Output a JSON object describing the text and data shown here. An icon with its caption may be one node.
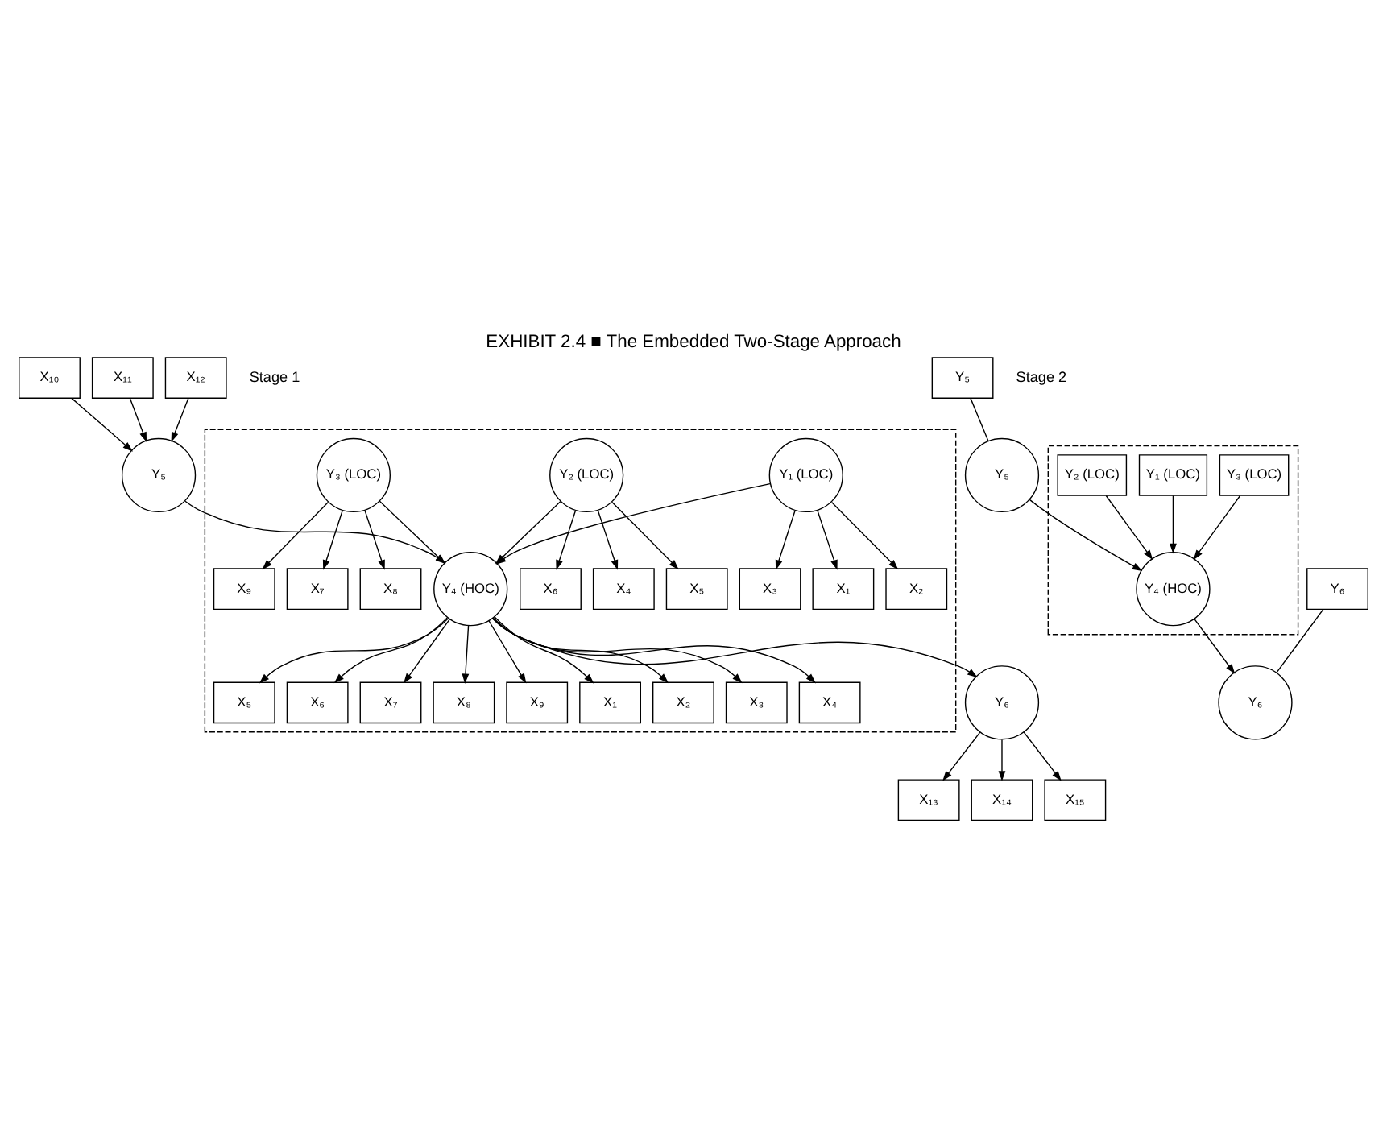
{
  "diagram": {
    "title": "EXHIBIT 2.4 ■ The Embedded Two-Stage Approach",
    "nodes": [
      {
        "text": [
          "X₁₀"
        ]
      },
      {
        "text": [
          "X₁₁"
        ]
      },
      {
        "text": [
          "X₁₂"
        ]
      },
      {
        "text": [
          "Y₅"
        ]
      },
      {
        "text": [],
        "shape": "box"
      },
      {
        "text": [
          "X₁"
        ],
        "in": 4
      },
      {
        "text": [
          "X₂"
        ],
        "in": 4
      },
      {
        "text": [
          "X₃"
        ],
        "in": 4
      },
      {
        "text": [
          "Y₁ (LOC)"
        ],
        "in": 4
      },
      {
        "text": [
          "X₄"
        ],
        "in": 4
      },
      {
        "text": [
          "X₅"
        ],
        "in": 4
      },
      {
        "text": [
          "X₆"
        ],
        "in": 4
      },
      {
        "text": [
          "Y₂ (LOC)"
        ],
        "in": 4
      },
      {
        "text": [
          "X₇"
        ],
        "in": 4
      },
      {
        "text": [
          "X₈"
        ],
        "in": 4
      },
      {
        "text": [
          "X₉"
        ],
        "in": 4
      },
      {
        "text": [
          "Y₃ (LOC)"
        ],
        "in": 4
      },
      {
        "text": [
          "Y₄ (HOC)"
        ],
        "in": 4
      },
      {
        "text": [
          "X₁"
        ],
        "in": 4
      },
      {
        "text": [
          "X₂"
        ],
        "in": 4
      },
      {
        "text": [
          "X₃"
        ],
        "in": 4
      },
      {
        "text": [
          "X₄"
        ],
        "in": 4
      },
      {
        "text": [
          "X₅"
        ],
        "in": 4
      },
      {
        "text": [
          "X₆"
        ],
        "in": 4
      },
      {
        "text": [
          "X₇"
        ],
        "in": 4
      },
      {
        "text": [
          "X₈"
        ],
        "in": 4
      },
      {
        "text": [
          "X₉"
        ],
        "in": 4
      },
      {
        "text": [
          "X₁₃"
        ]
      },
      {
        "text": [
          "X₁₄"
        ]
      },
      {
        "text": [
          "X₁₅"
        ]
      },
      {
        "text": [
          "Y₆"
        ]
      },
      {
        "text": [
          "Y₅"
        ]
      },
      {
        "text": [
          "Y₅"
        ]
      },
      {
        "text": [],
        "shape": "box"
      },
      {
        "text": [
          "Y₁ (LOC)"
        ],
        "in": 33
      },
      {
        "text": [
          "Y₂ (LOC)"
        ],
        "in": 33
      },
      {
        "text": [
          "Y₃ (LOC)"
        ],
        "in": 33
      },
      {
        "text": [
          "Y₄ (HOC)"
        ],
        "in": 33
      },
      {
        "text": [
          "Y₆"
        ]
      },
      {
        "text": [
          "Y₆"
        ]
      }
    ],
    "edges": [
      {
        "from": 0,
        "to": 3,
        "arrow": "to"
      },
      {
        "from": 1,
        "to": 3,
        "arrow": "to"
      },
      {
        "from": 2,
        "to": 3,
        "arrow": "to"
      },
      {
        "from": 8,
        "to": 5,
        "arrow": "to"
      },
      {
        "from": 8,
        "to": 6,
        "arrow": "to"
      },
      {
        "from": 8,
        "to": 7,
        "arrow": "to"
      },
      {
        "from": 12,
        "to": 9,
        "arrow": "to"
      },
      {
        "from": 12,
        "to": 10,
        "arrow": "to"
      },
      {
        "from": 12,
        "to": 11,
        "arrow": "to"
      },
      {
        "from": 16,
        "to": 13,
        "arrow": "to"
      },
      {
        "from": 16,
        "to": 14,
        "arrow": "to"
      },
      {
        "from": 16,
        "to": 15,
        "arrow": "to"
      },
      {
        "from": 3,
        "to": 17,
        "arrow": "to"
      },
      {
        "from": 8,
        "to": 17,
        "arrow": "to"
      },
      {
        "from": 12,
        "to": 17,
        "arrow": "to"
      },
      {
        "from": 16,
        "to": 17,
        "arrow": "to"
      },
      {
        "from": 17,
        "to": 18,
        "arrow": "to"
      },
      {
        "from": 17,
        "to": 19,
        "arrow": "to"
      },
      {
        "from": 17,
        "to": 20,
        "arrow": "to"
      },
      {
        "from": 17,
        "to": 21,
        "arrow": "to"
      },
      {
        "from": 17,
        "to": 22,
        "arrow": "to"
      },
      {
        "from": 17,
        "to": 23,
        "arrow": "to"
      },
      {
        "from": 17,
        "to": 24,
        "arrow": "to"
      },
      {
        "from": 17,
        "to": 25,
        "arrow": "to"
      },
      {
        "from": 17,
        "to": 26,
        "arrow": "to"
      },
      {
        "from": 17,
        "to": 30,
        "arrow": "to"
      },
      {
        "from": 30,
        "to": 27,
        "arrow": "to"
      },
      {
        "from": 30,
        "to": 28,
        "arrow": "to"
      },
      {
        "from": 30,
        "to": 29,
        "arrow": "to"
      },
      {
        "from": 31,
        "to": 32,
        "arrow": "none"
      },
      {
        "from": 32,
        "to": 37,
        "arrow": "to"
      },
      {
        "from": 34,
        "to": 37,
        "arrow": "to"
      },
      {
        "from": 35,
        "to": 37,
        "arrow": "to"
      },
      {
        "from": 36,
        "to": 37,
        "arrow": "to"
      },
      {
        "from": 37,
        "to": 39,
        "arrow": "to"
      },
      {
        "from": 38,
        "to": 39,
        "arrow": "none"
      }
    ],
    "labels": [
      "Stage 1",
      "Stage 2"
    ]
  }
}
